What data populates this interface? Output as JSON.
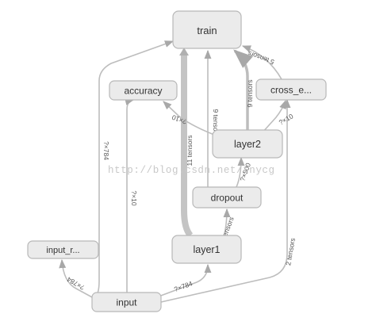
{
  "nodes": {
    "train": "train",
    "accuracy": "accuracy",
    "cross_entropy": "cross_e...",
    "layer2": "layer2",
    "dropout": "dropout",
    "layer1": "layer1",
    "input_reshape": "input_r...",
    "input": "input"
  },
  "edge_labels": {
    "cross_to_train": "5 tensors",
    "layer2_to_train": "9 tensors",
    "dropout_to_train": "9 tensors",
    "layer1_to_train": "11 tensors",
    "input_to_train": "?×784",
    "layer2_to_accuracy": "?×10",
    "layer2_to_cross": "?×10",
    "input_to_accuracy": "?×10",
    "dropout_to_layer2": "?×500",
    "layer1_to_dropout": "tensors",
    "input_to_cross": "2 tensors",
    "input_to_layer1": "?×784",
    "input_to_input_reshape": "?×784"
  },
  "watermark": "http://blog.csdn.net/tnycg",
  "colors": {
    "node_fill": "#ebebeb",
    "node_stroke": "#b8b8b8",
    "edge": "#bdbdbd",
    "label": "#555555"
  }
}
